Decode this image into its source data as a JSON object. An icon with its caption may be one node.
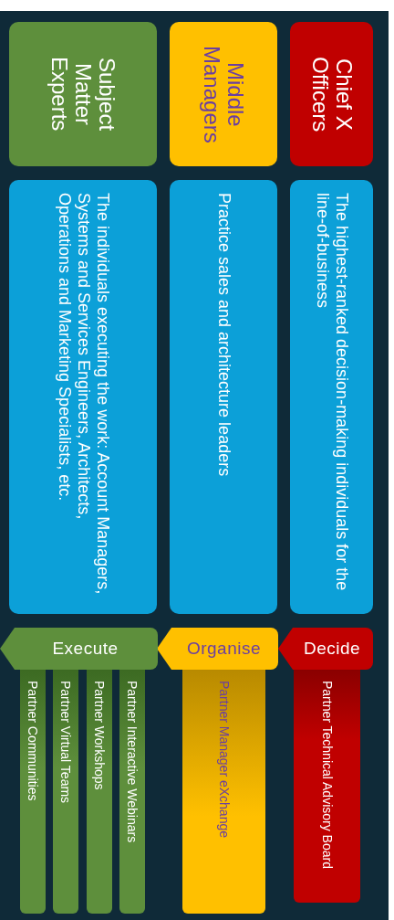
{
  "diagram": {
    "nodes": [
      {
        "text": [
          "Chief X Officers"
        ]
      },
      {
        "text": [
          "Middle Managers"
        ]
      },
      {
        "text": [
          "Subject Matter Experts"
        ]
      },
      {
        "text": [
          "The highest-ranked decision-making individuals for the line-of-business"
        ]
      },
      {
        "text": [
          "Practice sales and architecture leaders"
        ]
      },
      {
        "text": [
          "The individuals executing the work: Account Managers, Systems and Services Engineers, Architects, Operations and Marketing Specialists, etc."
        ]
      },
      {
        "text": [
          "Decide"
        ]
      },
      {
        "text": [
          "Organise"
        ]
      },
      {
        "text": [
          "Execute"
        ]
      },
      {
        "text": [
          "Partner Technical Advisory Board"
        ]
      },
      {
        "text": [
          "Partner Manager eXchange"
        ]
      },
      {
        "text": [
          "Partner Interactive Webinars"
        ]
      },
      {
        "text": [
          "Partner Workshops"
        ]
      },
      {
        "text": [
          "Partner Virtual Teams"
        ]
      },
      {
        "text": [
          "Partner Communities"
        ]
      }
    ]
  }
}
